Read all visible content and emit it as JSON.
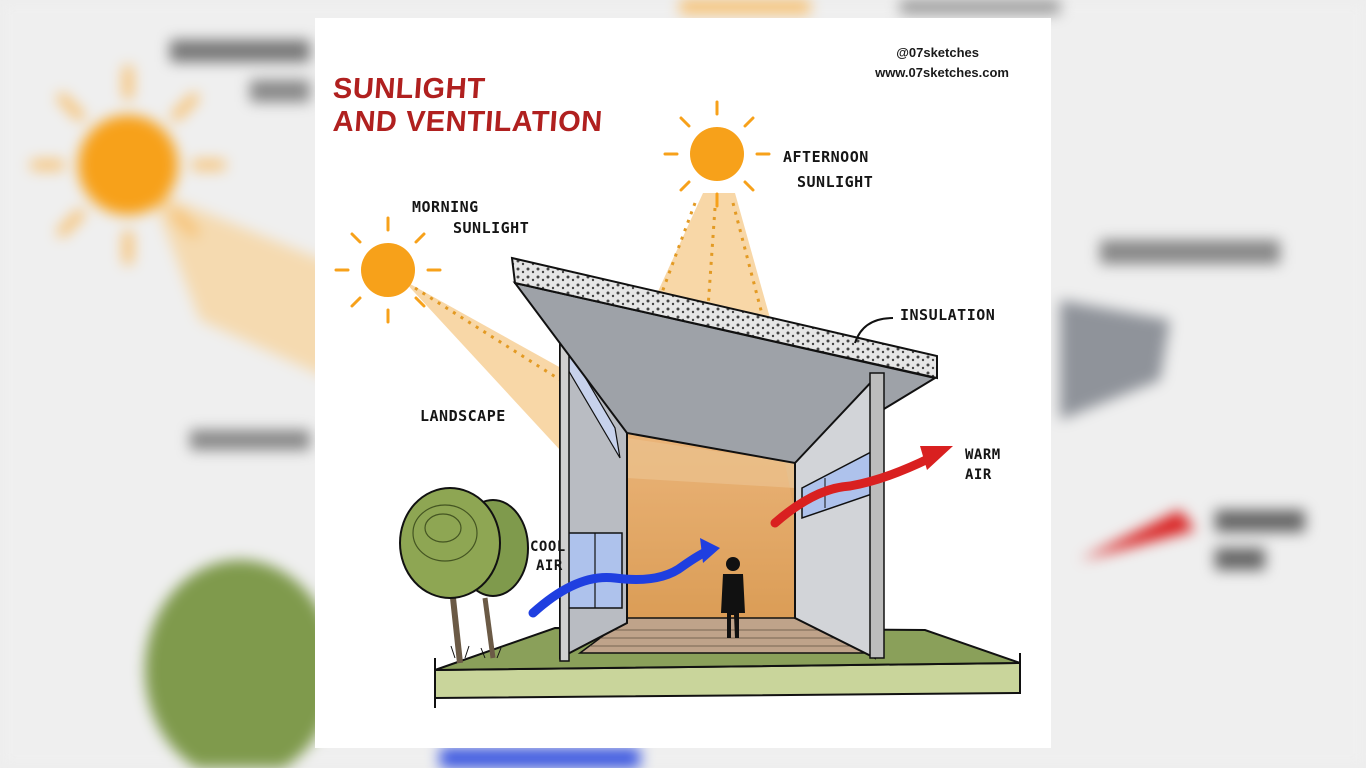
{
  "credits": {
    "handle": "@07sketches",
    "website": "www.07sketches.com"
  },
  "title": {
    "line1": "SUNLIGHT",
    "line2": "AND VENTILATION"
  },
  "labels": {
    "morning_line1": "MORNING",
    "morning_line2": "SUNLIGHT",
    "afternoon_line1": "AFTERNOON",
    "afternoon_line2": "SUNLIGHT",
    "insulation": "INSULATION",
    "landscape": "LANDSCAPE",
    "cool_air_line1": "COOL",
    "cool_air_line2": "AIR",
    "warm_air_line1": "WARM",
    "warm_air_line2": "AIR"
  },
  "colors": {
    "title": "#b0201f",
    "sun": "#f7a11a",
    "sunbeam": "#f6c98a",
    "cool_air": "#1f3fe0",
    "warm_air": "#d92020",
    "wall_grey": "#b9bcc2",
    "interior_glow": "#d9a05a",
    "ground": "#8aa05a",
    "tree": "#8ea653"
  }
}
